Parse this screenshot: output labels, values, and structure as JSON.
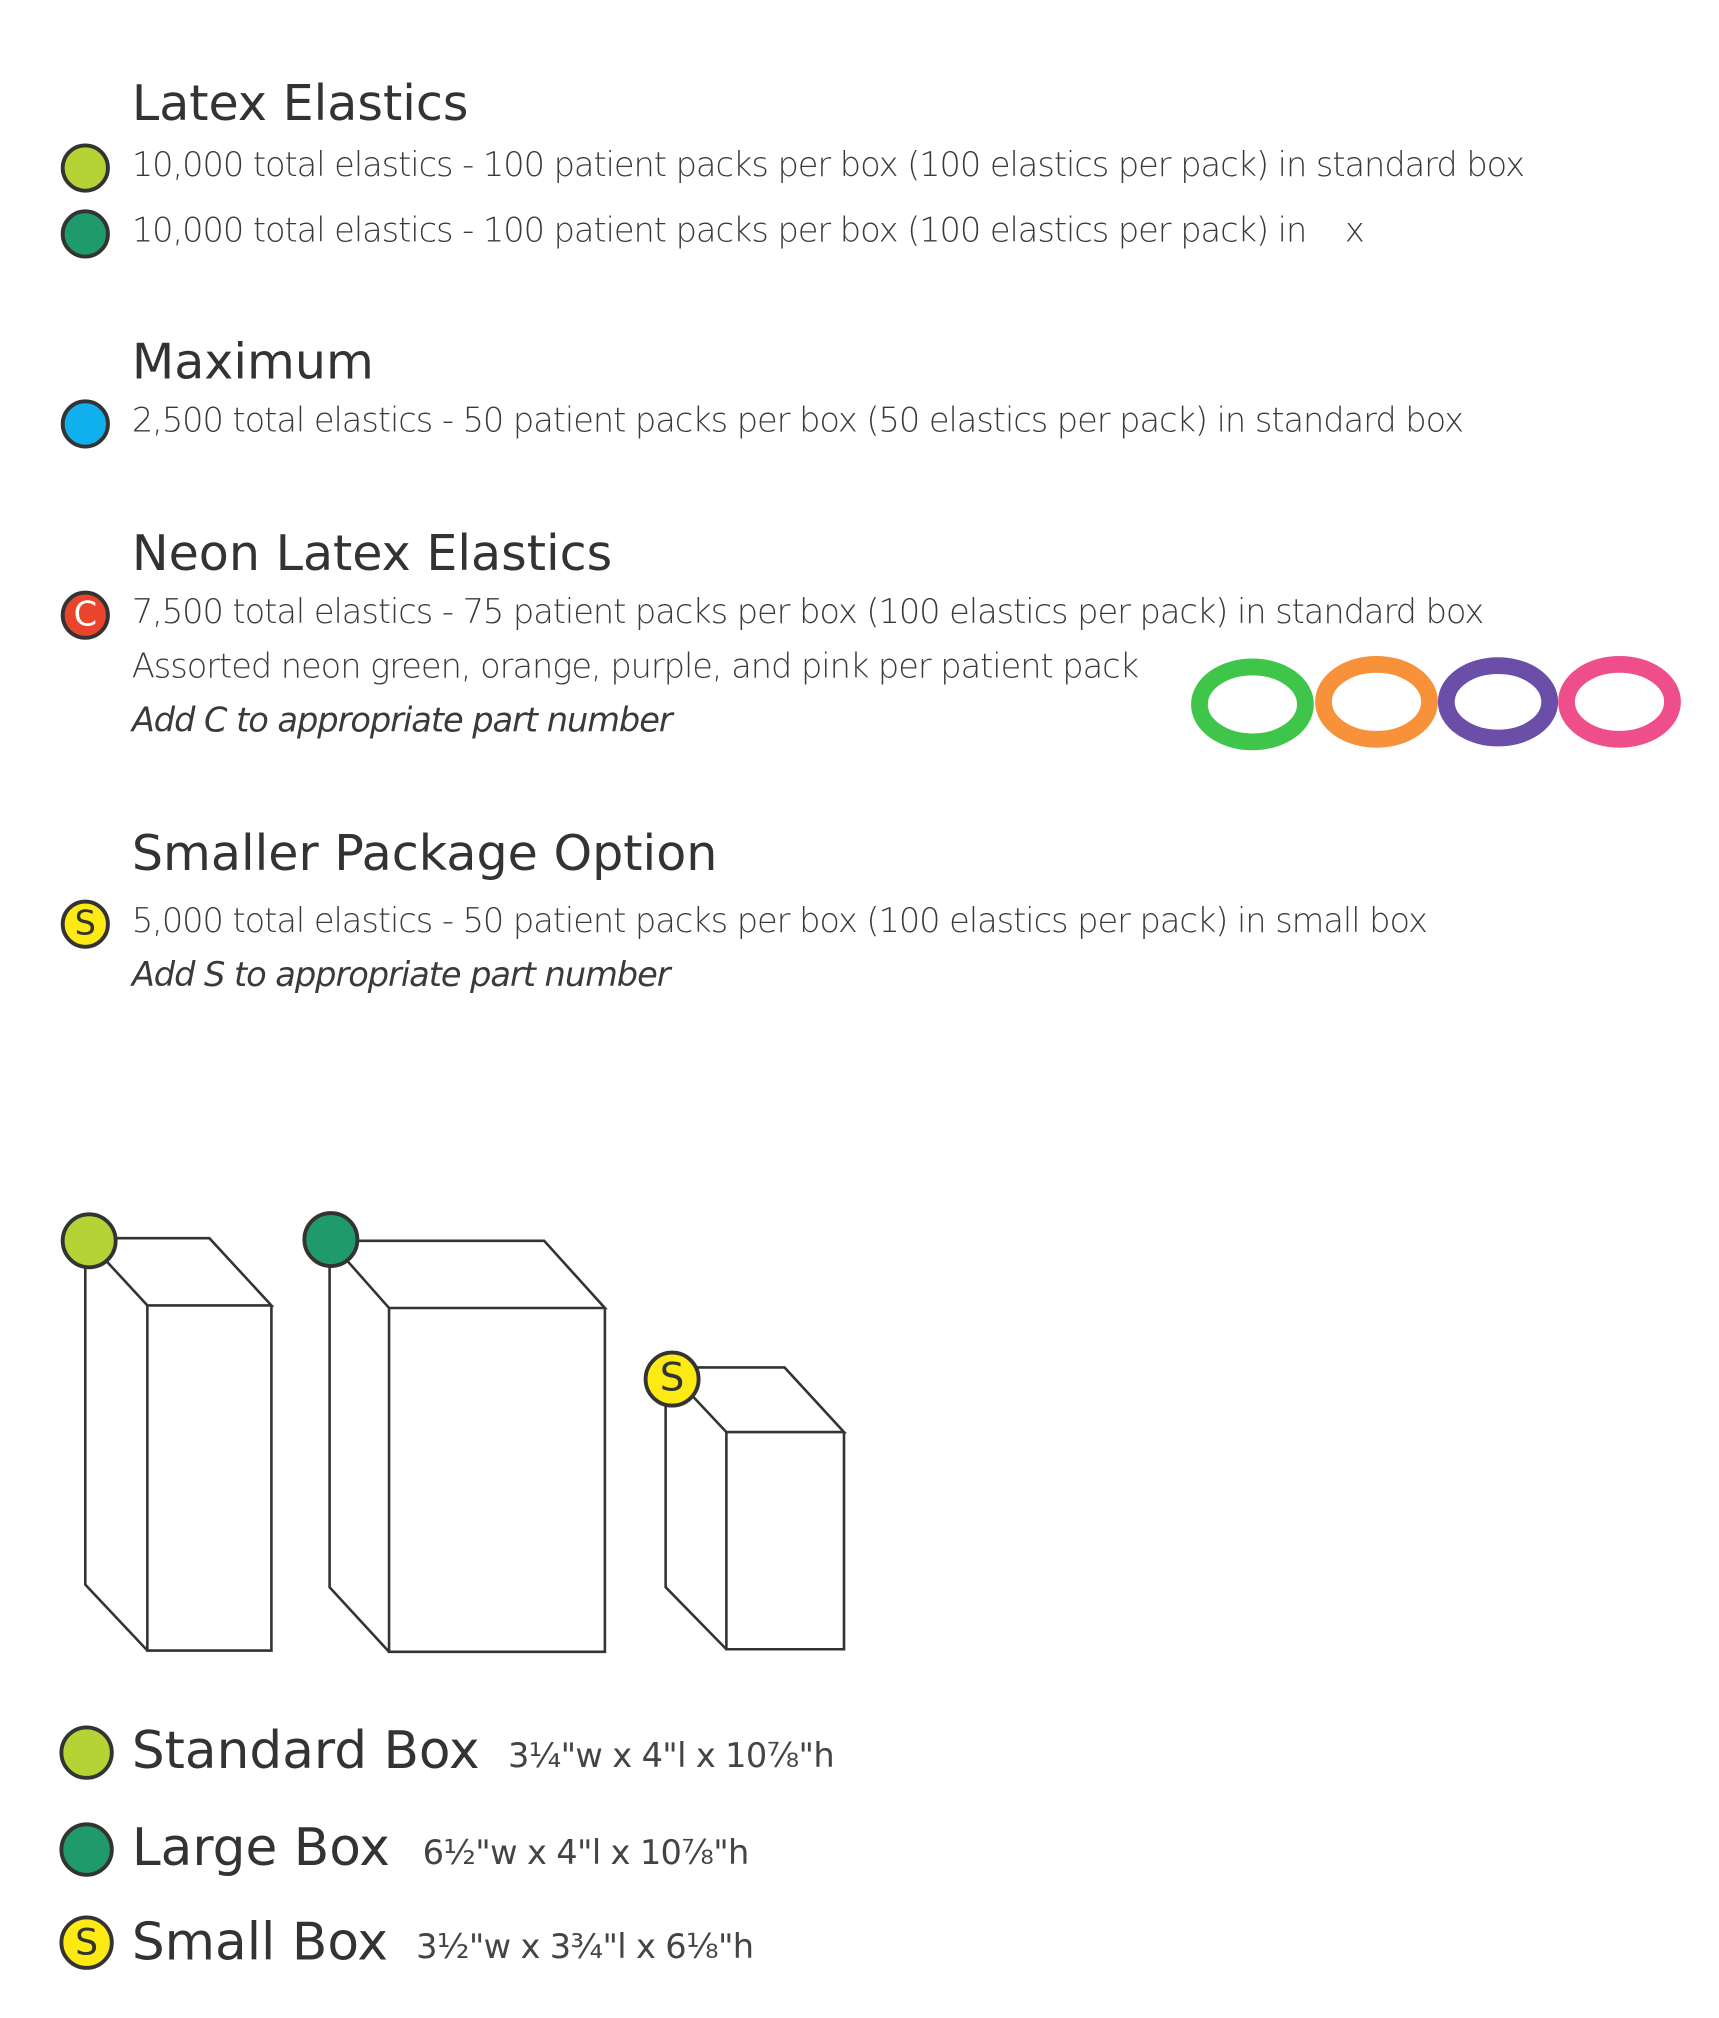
{
  "sections": [
    {
      "title": "Latex Elastics",
      "lines": [
        {
          "marker": "lime-dot",
          "text": "10,000 total elastics - 100 patient packs per box (100 elastics per pack) in standard box"
        },
        {
          "marker": "green-dot",
          "text": "10,000 total elastics - 100 patient packs per box (100 elastics per pack) in    x"
        }
      ]
    },
    {
      "title": "Maximum",
      "lines": [
        {
          "marker": "blue-dot",
          "text": "2,500 total elastics - 50 patient packs per box (50 elastics per pack) in standard box"
        }
      ]
    },
    {
      "title": "Neon Latex Elastics",
      "marker_letter": "C",
      "lines": [
        {
          "text": "7,500 total elastics - 75 patient packs per box (100 elastics per pack) in standard box"
        },
        {
          "text": "Assorted neon green, orange, purple, and pink per patient pack"
        },
        {
          "text": "Add C to appropriate part number"
        }
      ]
    },
    {
      "title": "Smaller Package Option",
      "marker_letter": "S",
      "lines": [
        {
          "text": "5,000 total elastics - 50 patient packs per box (100 elastics per pack) in small box"
        },
        {
          "text": "Add S to appropriate part number"
        }
      ]
    }
  ],
  "box_markers": {
    "small_letter": "S"
  },
  "legend": [
    {
      "label": "Standard Box",
      "dims": "3¼\"w x 4\"l x 10⅞\"h"
    },
    {
      "label": "Large Box",
      "dims": "6½\"w x 4\"l x 10⅞\"h"
    },
    {
      "label": "Small Box",
      "dims": "3½\"w x 3¾\"l x 6⅛\"h",
      "letter": "S"
    }
  ],
  "colors": {
    "lime": "#b5d334",
    "green": "#1f9a6a",
    "blue": "#10b0ee",
    "red": "#e8452c",
    "yellow": "#fdea14",
    "ring_green": "#3fc64a",
    "ring_orange": "#f7913a",
    "ring_purple": "#6a4ea8",
    "ring_pink": "#ee4f8a"
  }
}
